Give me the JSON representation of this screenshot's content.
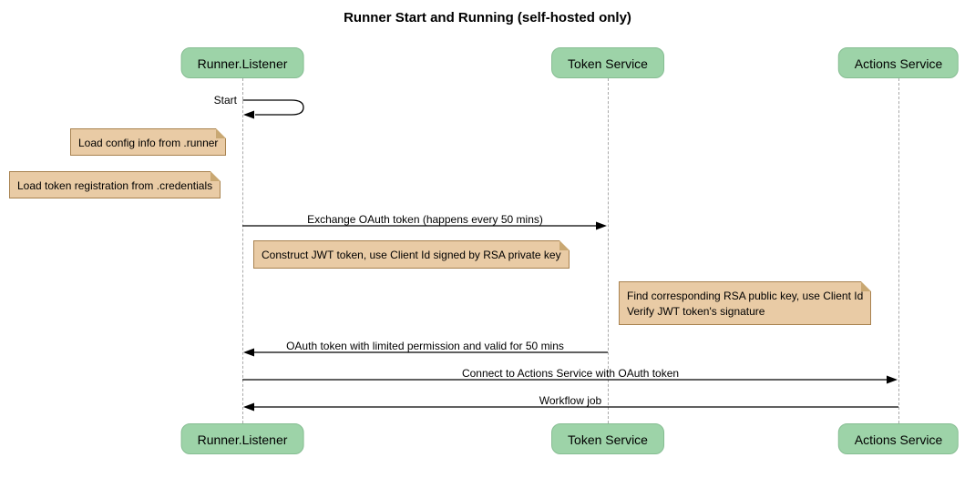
{
  "title": "Runner Start and Running (self-hosted only)",
  "colors": {
    "participant_fill": "#9DD3A8",
    "participant_border": "#86BD92",
    "note_fill": "#E9CBA5",
    "note_border": "#A8824F",
    "note_fold": "#C9A873",
    "lifeline": "#A9A9A9",
    "message_line": "#000000"
  },
  "participants": [
    {
      "name": "Runner.Listener"
    },
    {
      "name": "Token Service"
    },
    {
      "name": "Actions Service"
    }
  ],
  "messages": [
    {
      "label": "Start",
      "from": "Runner.Listener",
      "to": "Runner.Listener",
      "type": "self"
    },
    {
      "label": "Exchange OAuth token (happens every 50 mins)",
      "from": "Runner.Listener",
      "to": "Token Service",
      "type": "solid"
    },
    {
      "label": "OAuth token with limited permission and valid for 50 mins",
      "from": "Token Service",
      "to": "Runner.Listener",
      "type": "solid"
    },
    {
      "label": "Connect to Actions Service with OAuth token",
      "from": "Runner.Listener",
      "to": "Actions Service",
      "type": "solid"
    },
    {
      "label": "Workflow job",
      "from": "Actions Service",
      "to": "Runner.Listener",
      "type": "solid"
    }
  ],
  "notes": [
    {
      "text": "Load config info from .runner",
      "position": "left of Runner.Listener"
    },
    {
      "text": "Load token registration from .credentials",
      "position": "left of Runner.Listener"
    },
    {
      "text": "Construct JWT token, use Client Id signed by RSA private key",
      "position": "right of Runner.Listener"
    },
    {
      "lines": [
        "Find corresponding RSA public key, use Client Id",
        "Verify JWT token's signature"
      ],
      "position": "left of Actions Service"
    }
  ]
}
